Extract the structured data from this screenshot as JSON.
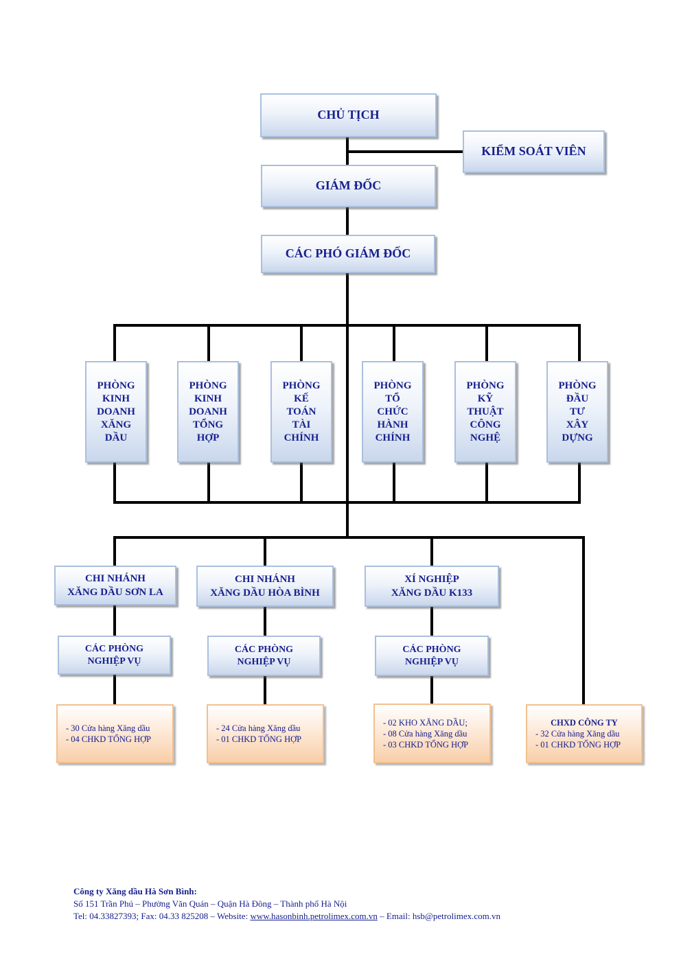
{
  "top": {
    "chairman": "CHỦ TỊCH",
    "controller": "KIỂM SOÁT VIÊN",
    "director": "GIÁM ĐỐC",
    "deputies": "CÁC PHÓ GIÁM ĐỐC"
  },
  "departments": [
    "PHÒNG\nKINH\nDOANH\nXĂNG\nDẦU",
    "PHÒNG\nKINH\nDOANH\nTỔNG\nHỢP",
    "PHÒNG\nKẾ\nTOÁN\nTÀI\nCHÍNH",
    "PHÒNG\nTỔ\nCHỨC\nHÀNH\nCHÍNH",
    "PHÒNG\nKỸ\nTHUẬT\nCÔNG\nNGHỆ",
    "PHÒNG\nĐẦU\nTƯ\nXÂY\nDỰNG"
  ],
  "units": [
    {
      "name": "CHI NHÁNH\nXĂNG DẦU SƠN LA",
      "sub": "CÁC PHÒNG\nNGHIỆP VỤ",
      "items": [
        "- 30 Cửa hàng Xăng dầu",
        "- 04 CHKD TỔNG HỢP"
      ]
    },
    {
      "name": "CHI NHÁNH\nXĂNG DẦU HÒA BÌNH",
      "sub": "CÁC PHÒNG\nNGHIỆP VỤ",
      "items": [
        "- 24 Cửa hàng Xăng dầu",
        "- 01 CHKD TỔNG HỢP"
      ]
    },
    {
      "name": "XÍ NGHIỆP\nXĂNG DẦU K133",
      "sub": "CÁC PHÒNG\nNGHIỆP VỤ",
      "items": [
        "- 02 KHO XĂNG DẦU;",
        "- 08 Cửa hàng Xăng dầu",
        "- 03 CHKD TỔNG HỢP"
      ]
    }
  ],
  "company_stores": {
    "title": "CHXD CÔNG TY",
    "items": [
      "- 32 Cửa hàng Xăng dầu",
      "- 01 CHKD TỔNG HỢP"
    ]
  },
  "footer": {
    "company": "Công ty Xăng dầu Hà Sơn Bình:",
    "address": "Số 151 Trần Phú – Phường Văn Quán – Quận Hà Đông – Thành phố Hà Nội",
    "contact_prefix": "Tel: 04.33827393; Fax: 04.33 825208 – Website: ",
    "website": "www.hasonbinh.petrolimex.com.vn",
    "contact_suffix": " – Email: hsb@petrolimex.com.vn"
  }
}
